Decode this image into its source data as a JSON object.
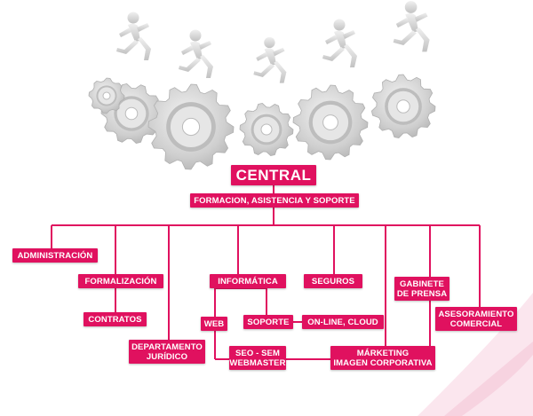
{
  "colors": {
    "accent": "#e0115f",
    "gear": "#c9c9c9",
    "figure": "#d4d4d4",
    "watermark": "#fbe6ee"
  },
  "illustration": {
    "figures": 5,
    "gears": 6,
    "icon": "running-figures-on-gears"
  },
  "nodes": {
    "central": "CENTRAL",
    "formacion": "FORMACION, ASISTENCIA Y SOPORTE",
    "administracion": "ADMINISTRACIÓN",
    "formalizacion": "FORMALIZACIÓN",
    "contratos": "CONTRATOS",
    "departamento_juridico": "DEPARTAMENTO\nJURÍDICO",
    "informatica": "INFORMÁTICA",
    "web": "WEB",
    "soporte": "SOPORTE",
    "online_cloud": "ON-LINE, CLOUD",
    "seo_sem": "SEO - SEM\nWEBMASTER",
    "seguros": "SEGUROS",
    "gabinete_prensa": "GABINETE\nDE PRENSA",
    "marketing": "MÁRKETING\nIMAGEN CORPORATIVA",
    "asesoramiento": "ASESORAMIENTO\nCOMERCIAL"
  }
}
